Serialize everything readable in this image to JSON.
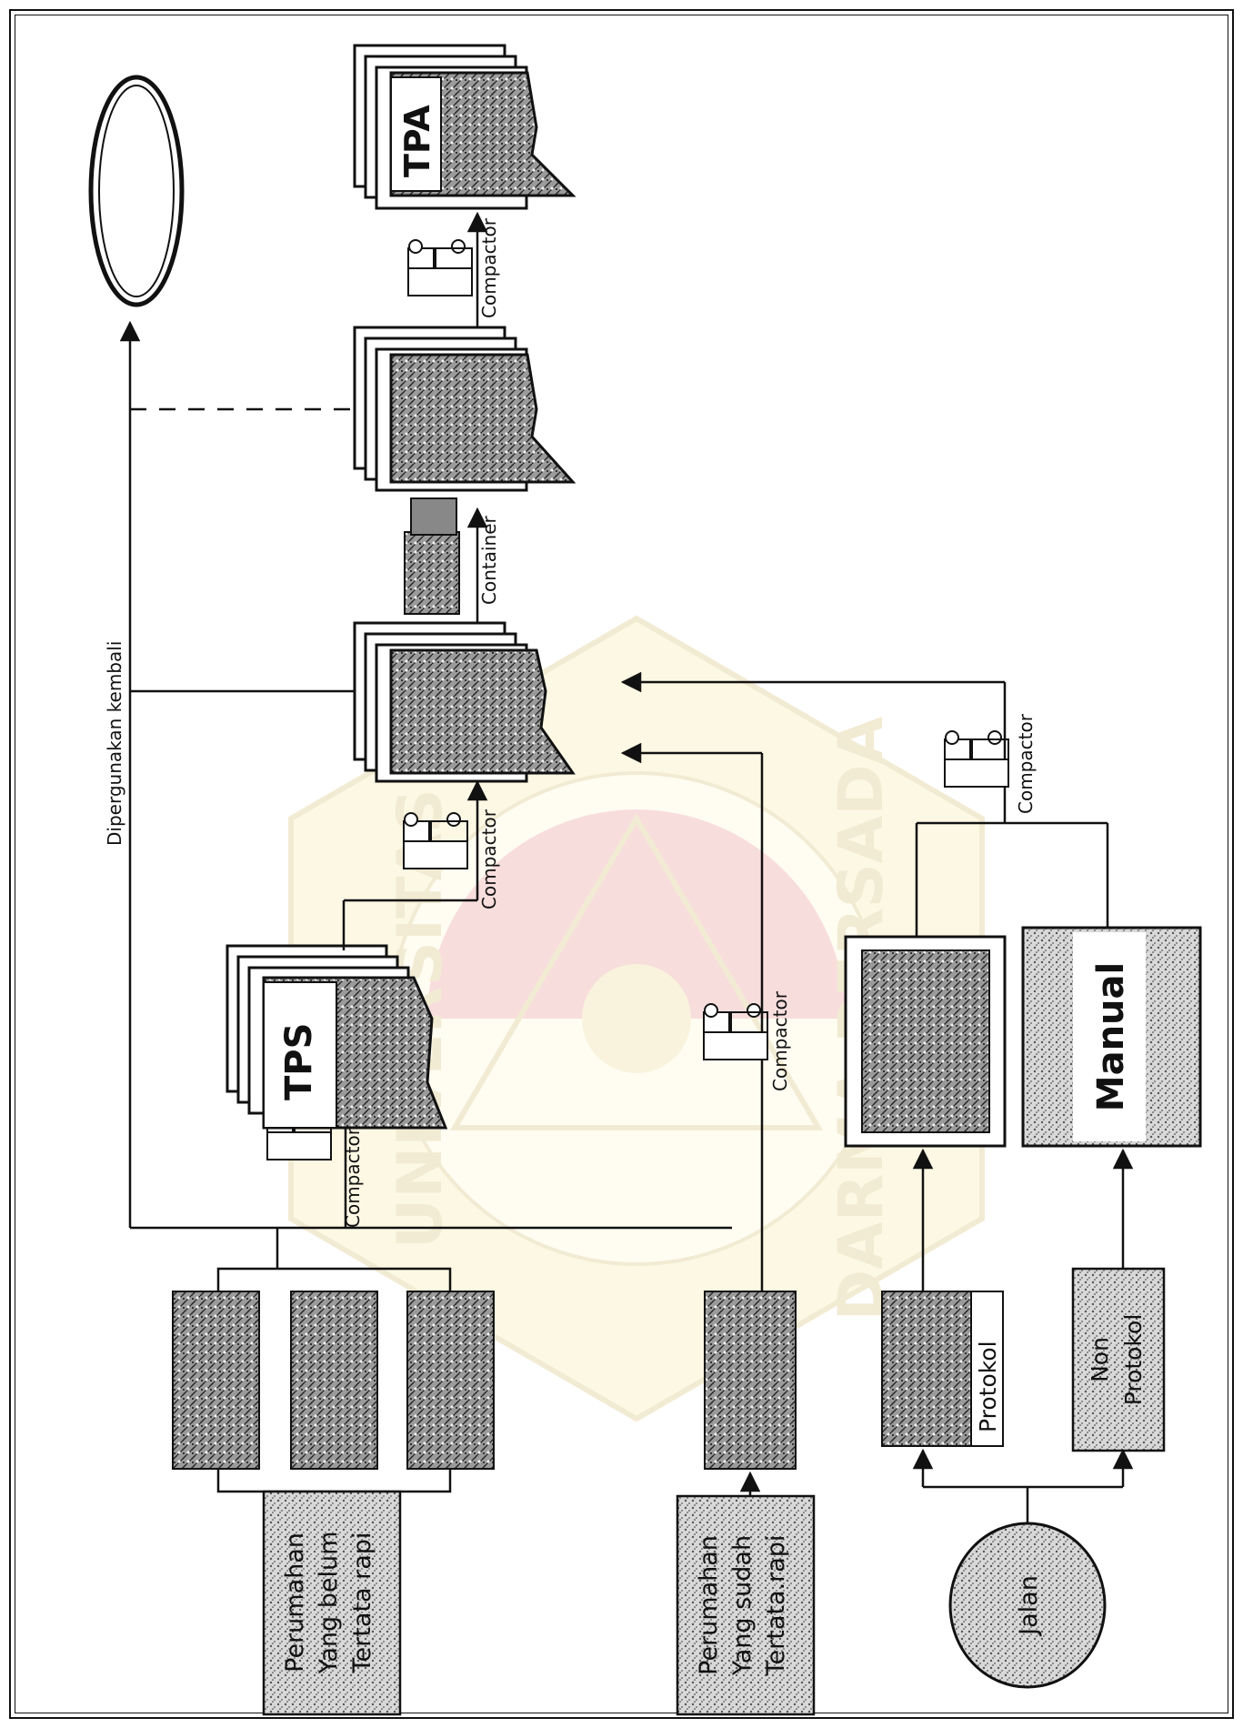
{
  "labels": {
    "reuse": "Dipergunakan kembali",
    "perumahan_belum": [
      "Perumahan",
      "Yang belum",
      "Tertata rapi"
    ],
    "perumahan_sudah": [
      "Perumahan",
      "Yang sudah",
      "Tertata.rapi"
    ],
    "jalan": "Jalan",
    "protokol": "Protokol",
    "non_protokol": [
      "Non",
      "Protokol"
    ],
    "manual": "Manual",
    "tps": "TPS",
    "tpa": "TPA",
    "compactor": "Compactor",
    "container": "Container"
  },
  "watermark": {
    "top_text": "UNIVERSITAS",
    "bottom_text": "DARMA PERSADA"
  }
}
